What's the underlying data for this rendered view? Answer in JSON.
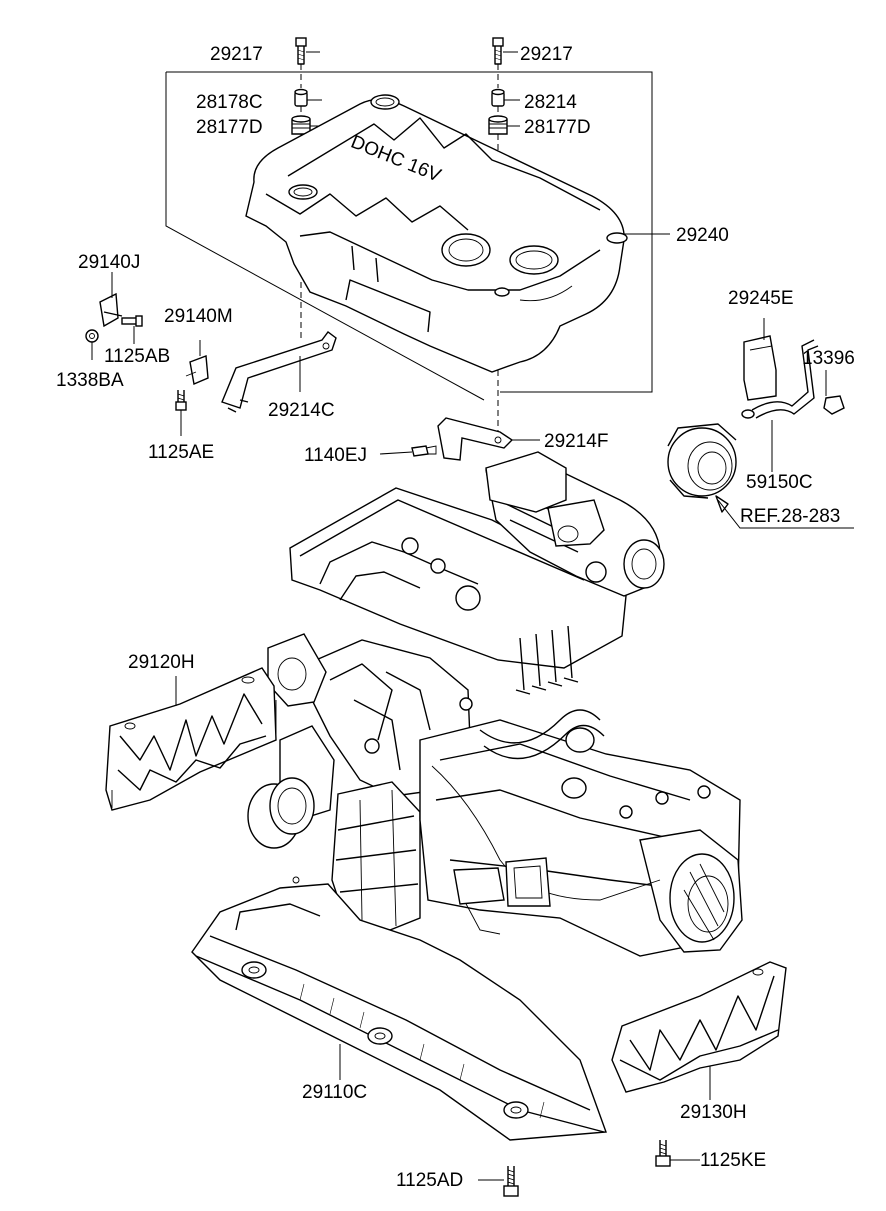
{
  "diagram": {
    "labels": {
      "p29217_left": "29217",
      "p29217_right": "29217",
      "p28178C": "28178C",
      "p28214": "28214",
      "p28177D_left": "28177D",
      "p28177D_right": "28177D",
      "p29240": "29240",
      "p29140J": "29140J",
      "p29140M": "29140M",
      "p1125AB": "1125AB",
      "p1338BA": "1338BA",
      "p29214C": "29214C",
      "p1125AE": "1125AE",
      "p1140EJ": "1140EJ",
      "p29214F": "29214F",
      "p29245E": "29245E",
      "p13396": "13396",
      "p59150C": "59150C",
      "pREF": "REF.28-283",
      "p29120H": "29120H",
      "p29110C": "29110C",
      "p29130H": "29130H",
      "p1125KE": "1125KE",
      "p1125AD": "1125AD",
      "cover_text": "DOHC 16V"
    }
  }
}
